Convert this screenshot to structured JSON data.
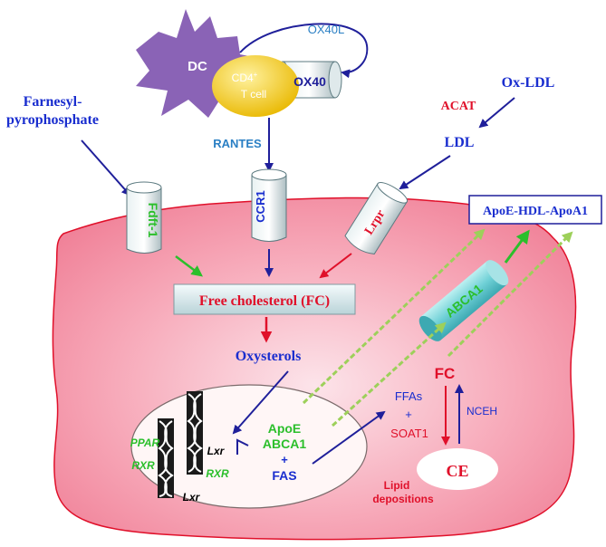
{
  "colors": {
    "navy": "#1f1f9a",
    "blue_text": "#1a2ecf",
    "light_blue": "#2a7fc4",
    "red": "#e0102a",
    "green": "#2bbf2b",
    "dc_purple": "#8a63b6",
    "cd4_yellow": "#f0c60e",
    "cell_pink": "#f2899e"
  },
  "labels": {
    "dc": "DC",
    "cd4_line1": "CD4",
    "cd4_sup": "+",
    "cd4_line2": "T cell",
    "ox40": "OX40",
    "ox40l": "OX40L",
    "farnesyl_line1": "Farnesyl-",
    "farnesyl_line2": "pyrophosphate",
    "rantes": "RANTES",
    "ox_ldl": "Ox-LDL",
    "acat": "ACAT",
    "ldl": "LDL",
    "fdft1": "Fdft-1",
    "ccr1": "CCR1",
    "lrpr": "Lrpr",
    "apoe_hdl": "ApoE-HDL-ApoA1",
    "abca1_receptor": "ABCA1",
    "free_cholesterol": "Free cholesterol  (FC)",
    "oxysterols": "Oxysterols",
    "fc": "FC",
    "ffas": "FFAs",
    "plus": "+",
    "soat1": "SOAT1",
    "nceh": "NCEH",
    "ce": "CE",
    "lipid_line1": "Lipid",
    "lipid_line2": "depositions",
    "ppar": "PPAR",
    "rxr_left": "RXR",
    "rxr_right": "RXR",
    "lxr_top": "Lxr",
    "lxr_bottom": "Lxr",
    "apoe": "ApoE",
    "abca1_gene": "ABCA1",
    "plus_nucleus": "+",
    "fas": "FAS"
  }
}
